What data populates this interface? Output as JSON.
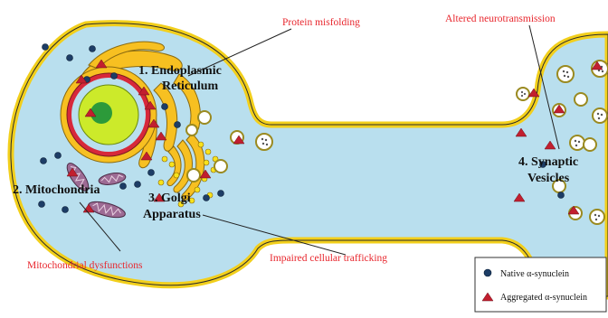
{
  "colors": {
    "cytoplasm": "#b9dfee",
    "membrane": "#f2cf1b",
    "er": "#f7c021",
    "nucleus_ring": "#d7283a",
    "nucleus_fill": "#ccea2a",
    "nucleolus": "#2c9a3a",
    "mitochondria": "#9d6b94",
    "callout": "#e8272e",
    "native": "#1d3d66",
    "aggregated": "#c21f2f"
  },
  "labels": {
    "er_line1": "1. Endoplasmic",
    "er_line2": "Reticulum",
    "mito": "2. Mitochondria",
    "golgi_line1": "3. Golgi",
    "golgi_line2": "Apparatus",
    "synaptic_line1": "4. Synaptic",
    "synaptic_line2": "Vesicles"
  },
  "callouts": {
    "protein_misfolding": "Protein misfolding",
    "altered_neurotransmission": "Altered neurotransmission",
    "mito_dysfunctions": "Mitochondrial dysfunctions",
    "impaired_trafficking": "Impaired cellular trafficking"
  },
  "legend": {
    "native": "Native α-synuclein",
    "aggregated": "Aggregated α-synuclein"
  },
  "icons": {
    "native": "blue-circle",
    "aggregated": "red-triangle"
  }
}
